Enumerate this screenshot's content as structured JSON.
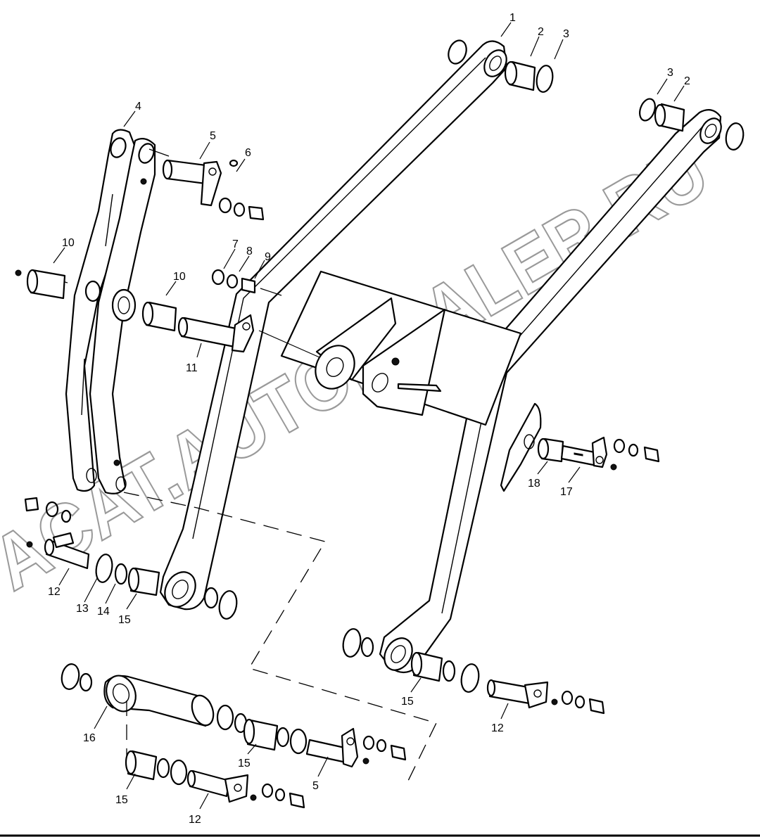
{
  "diagram": {
    "watermark": "ACAT.AUTODEALER.RU",
    "callouts": [
      {
        "id": "c1",
        "text": "1"
      },
      {
        "id": "c2a",
        "text": "2"
      },
      {
        "id": "c3a",
        "text": "3"
      },
      {
        "id": "c3b",
        "text": "3"
      },
      {
        "id": "c2b",
        "text": "2"
      },
      {
        "id": "c4",
        "text": "4"
      },
      {
        "id": "c5a",
        "text": "5"
      },
      {
        "id": "c6",
        "text": "6"
      },
      {
        "id": "c7",
        "text": "7"
      },
      {
        "id": "c8",
        "text": "8"
      },
      {
        "id": "c9",
        "text": "9"
      },
      {
        "id": "c10a",
        "text": "10"
      },
      {
        "id": "c10b",
        "text": "10"
      },
      {
        "id": "c11",
        "text": "11"
      },
      {
        "id": "c12a",
        "text": "12"
      },
      {
        "id": "c13",
        "text": "13"
      },
      {
        "id": "c14",
        "text": "14"
      },
      {
        "id": "c15a",
        "text": "15"
      },
      {
        "id": "c18",
        "text": "18"
      },
      {
        "id": "c17",
        "text": "17"
      },
      {
        "id": "c15b",
        "text": "15"
      },
      {
        "id": "c12b",
        "text": "12"
      },
      {
        "id": "c16",
        "text": "16"
      },
      {
        "id": "c15c",
        "text": "15"
      },
      {
        "id": "c5b",
        "text": "5"
      },
      {
        "id": "c15d",
        "text": "15"
      },
      {
        "id": "c12c",
        "text": "12"
      }
    ]
  }
}
